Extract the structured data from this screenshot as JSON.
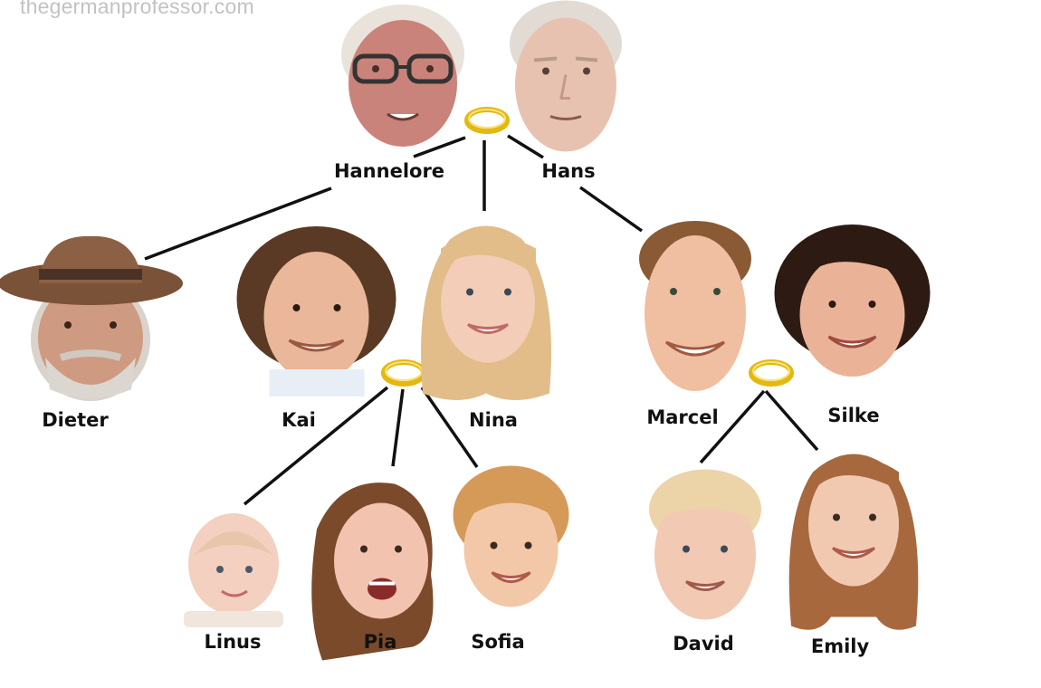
{
  "watermark": "thegermanprofessor.com",
  "colors": {
    "line": "#111111",
    "ring": "#e3b813",
    "ring_highlight": "#fbe27a",
    "text": "#111111",
    "watermark": "#c2c2c2"
  },
  "people": {
    "hannelore": {
      "name": "Hannelore",
      "icon": "elderly-woman-face-icon",
      "skin": "#c9837a",
      "hair": "#e9e3dc"
    },
    "hans": {
      "name": "Hans",
      "icon": "elderly-man-face-icon",
      "skin": "#e8c2b0",
      "hair": "#e1dbd3"
    },
    "dieter": {
      "name": "Dieter",
      "icon": "man-with-hat-face-icon",
      "skin": "#cf9a82",
      "hair": "#c9c4bc"
    },
    "kai": {
      "name": "Kai",
      "icon": "curly-haired-man-face-icon",
      "skin": "#eab79a",
      "hair": "#5a3a24"
    },
    "nina": {
      "name": "Nina",
      "icon": "blonde-woman-face-icon",
      "skin": "#f3cdb7",
      "hair": "#e2bd8a"
    },
    "marcel": {
      "name": "Marcel",
      "icon": "man-face-icon",
      "skin": "#f0bea0",
      "hair": "#8a5a34"
    },
    "silke": {
      "name": "Silke",
      "icon": "dark-haired-woman-face-icon",
      "skin": "#eab397",
      "hair": "#2d1a12"
    },
    "linus": {
      "name": "Linus",
      "icon": "baby-face-icon",
      "skin": "#f3d0bf",
      "hair": "#e8c6ac"
    },
    "pia": {
      "name": "Pia",
      "icon": "girl-face-icon",
      "skin": "#f2c4b0",
      "hair": "#7a4a2a"
    },
    "sofia": {
      "name": "Sofia",
      "icon": "girl-face-icon",
      "skin": "#f2c8a8",
      "hair": "#d69a58"
    },
    "david": {
      "name": "David",
      "icon": "blond-boy-face-icon",
      "skin": "#f2c9b3",
      "hair": "#ecd3a8"
    },
    "emily": {
      "name": "Emily",
      "icon": "teen-girl-face-icon",
      "skin": "#f1c9b1",
      "hair": "#a8683e"
    }
  }
}
